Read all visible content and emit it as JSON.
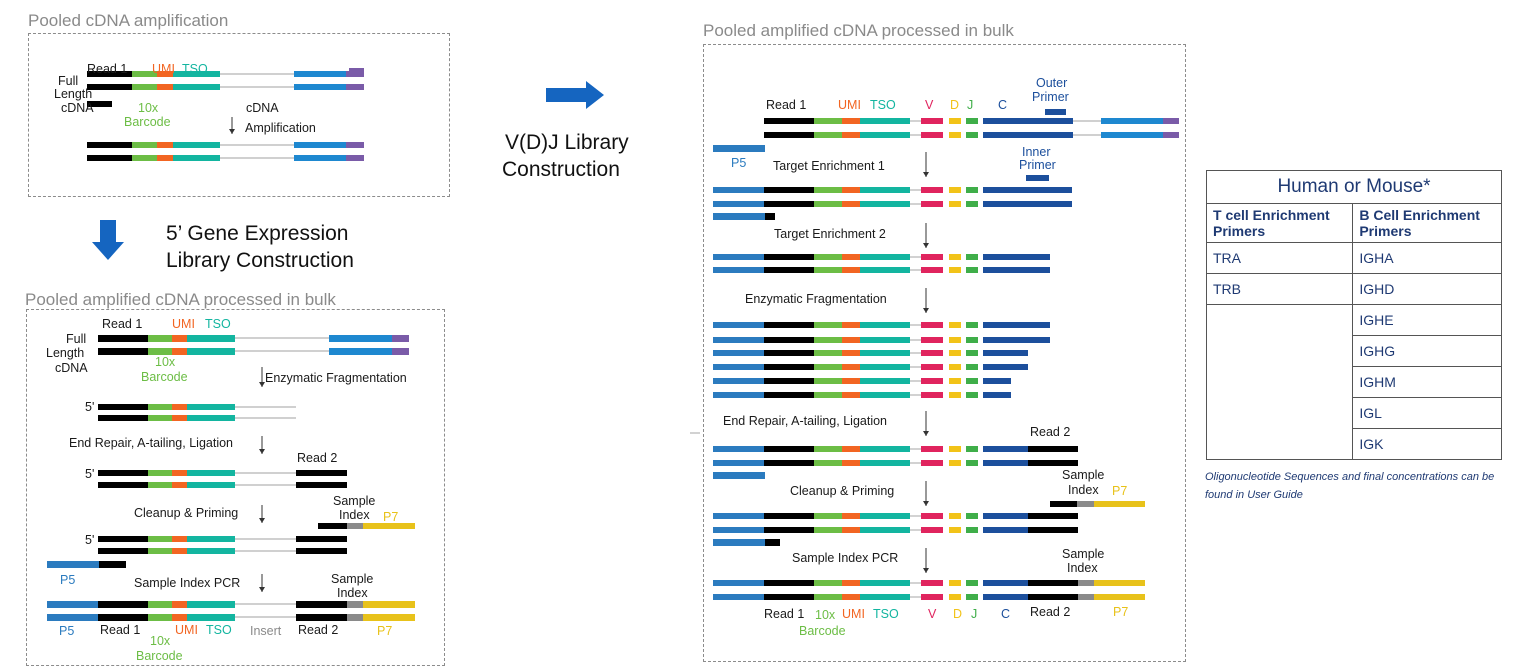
{
  "colors": {
    "read1": "#000000",
    "umi": "#f26522",
    "tso": "#13b5a0",
    "barcode": "#6cbd45",
    "v": "#e0245e",
    "d": "#f2c318",
    "j": "#3fae49",
    "c": "#1c4f9c",
    "light_blue": "#1e88d0",
    "purple": "#7a5ba8",
    "p5": "#2b7bbf",
    "p7": "#e8c21a",
    "grey": "#8a8a8a",
    "arrow": "#1565c0"
  },
  "icons": [
    "right-arrow-icon",
    "down-arrow-icon"
  ],
  "panel_a": {
    "title": "Pooled cDNA amplification",
    "full": "Full",
    "length": "Length",
    "cdna": "cDNA",
    "read1": "Read 1",
    "umi": "UMI",
    "tso": "TSO",
    "tenx": "10x",
    "barcode": "Barcode",
    "amp1": "cDNA",
    "amp2": "Amplification"
  },
  "gex_label": {
    "line1": "5’   Gene Expression",
    "line2": "Library Construction"
  },
  "vdj_label": {
    "line1": "V(D)J Library",
    "line2": "Construction"
  },
  "panel_b": {
    "title": "Pooled amplified cDNA processed in bulk",
    "full": "Full",
    "length": "Length",
    "cdna": "cDNA",
    "read1": "Read 1",
    "umi": "UMI",
    "tso": "TSO",
    "tenx": "10x",
    "barcode": "Barcode",
    "step1": "Enzymatic Fragmentation",
    "five1": "5'",
    "step2": "End Repair, A-tailing, Ligation",
    "five2": "5'",
    "read2": "Read 2",
    "step3": "Cleanup & Priming",
    "five3": "5'",
    "sample1": "Sample",
    "index1": "Index",
    "p7a": "P7",
    "p5": "P5",
    "step4": "Sample Index PCR",
    "sample2": "Sample",
    "index2": "Index",
    "f_p5": "P5",
    "f_read1": "Read 1",
    "f_umi": "UMI",
    "f_tso": "TSO",
    "f_insert": "Insert",
    "f_read2": "Read 2",
    "f_p7": "P7",
    "f_tenx": "10x",
    "f_barcode": "Barcode"
  },
  "panel_c": {
    "title": "Pooled amplified cDNA processed in bulk",
    "read1": "Read 1",
    "umi": "UMI",
    "tso": "TSO",
    "v": "V",
    "d": "D",
    "j": "J",
    "c": "C",
    "outer1": "Outer",
    "outer2": "Primer",
    "p5": "P5",
    "step1": "Target Enrichment 1",
    "inner1": "Inner",
    "inner2": "Primer",
    "step2": "Target Enrichment 2",
    "step3": "Enzymatic Fragmentation",
    "step4": "End Repair, A-tailing, Ligation",
    "read2": "Read 2",
    "sample1": "Sample",
    "index1": "Index",
    "p7a": "P7",
    "step5": "Cleanup & Priming",
    "step6": "Sample Index PCR",
    "sample2": "Sample",
    "index2": "Index",
    "f_read1": "Read 1",
    "f_tenx": "10x",
    "f_umi": "UMI",
    "f_tso": "TSO",
    "f_v": "V",
    "f_d": "D",
    "f_j": "J",
    "f_c": "C",
    "f_read2": "Read 2",
    "f_p7": "P7",
    "f_barcode": "Barcode"
  },
  "table": {
    "title": "Human or Mouse*",
    "col1": "T cell Enrichment Primers",
    "col2": "B Cell Enrichment Primers",
    "rows": [
      [
        "TRA",
        "IGHA"
      ],
      [
        "TRB",
        "IGHD"
      ],
      [
        "",
        "IGHE"
      ],
      [
        "",
        "IGHG"
      ],
      [
        "",
        "IGHM"
      ],
      [
        "",
        "IGL"
      ],
      [
        "",
        "IGK"
      ]
    ],
    "note": "Oligonucleotide Sequences and final concentrations can be found in User Guide"
  }
}
